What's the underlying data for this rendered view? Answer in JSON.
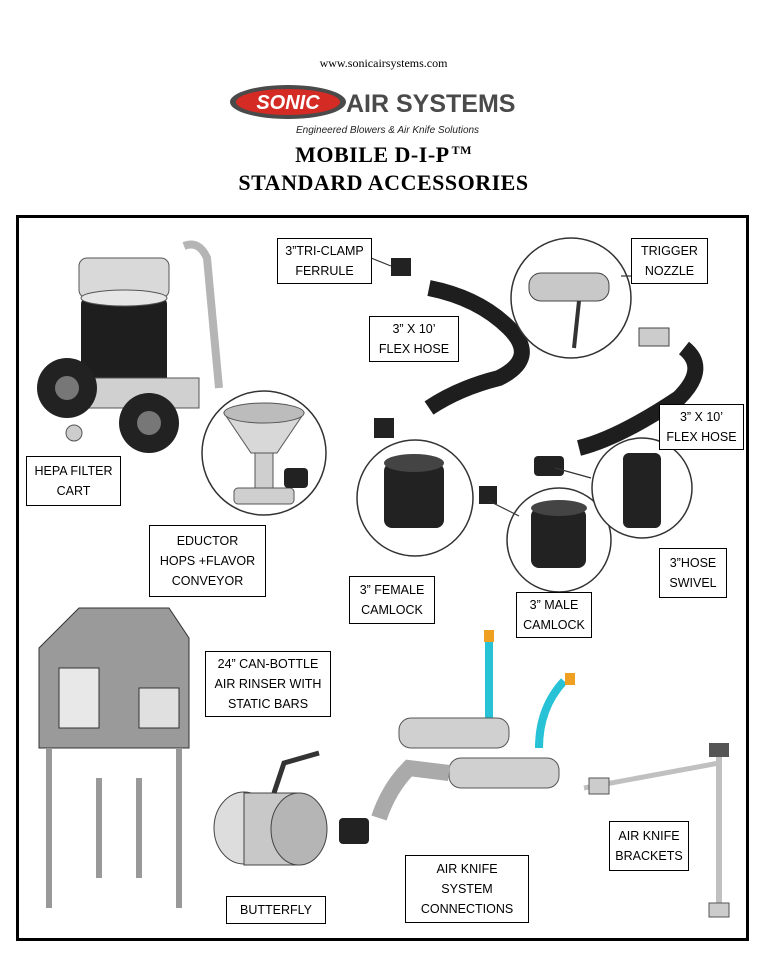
{
  "header": {
    "url": "www.sonicairsystems.com",
    "logo_brand": "SONIC",
    "logo_name": "AIR SYSTEMS",
    "tagline": "Engineered Blowers & Air Knife Solutions",
    "title_line1": "MOBILE D-I-P",
    "trademark": "TM",
    "title_line2": "STANDARD ACCESSORIES"
  },
  "labels": {
    "tri_clamp": "3”TRI-CLAMP\nFERRULE",
    "trigger_nozzle": "TRIGGER\nNOZZLE",
    "flex_hose_1": "3” X 10’\nFLEX HOSE",
    "flex_hose_2": "3” X 10’\nFLEX HOSE",
    "hepa_cart": "HEPA FILTER\nCART",
    "eductor": "EDUCTOR\nHOPS +FLAVOR\nCONVEYOR",
    "female_camlock": "3” FEMALE\nCAMLOCK",
    "male_camlock": "3” MALE\nCAMLOCK",
    "hose_swivel": "3”HOSE\nSWIVEL",
    "rinser": "24” CAN-BOTTLE\nAIR RINSER WITH\nSTATIC BARS",
    "butterfly": "BUTTERFLY",
    "air_knife_connections": "AIR KNIFE\nSYSTEM\nCONNECTIONS",
    "air_knife_brackets": "AIR KNIFE\nBRACKETS"
  },
  "colors": {
    "logo_red": "#d42b24",
    "logo_gray": "#4a4a4a",
    "hose": "#1e1e1e",
    "steel": "#c8c8c8",
    "accent_blue": "#27c2d6",
    "accent_orange": "#f0a020"
  }
}
